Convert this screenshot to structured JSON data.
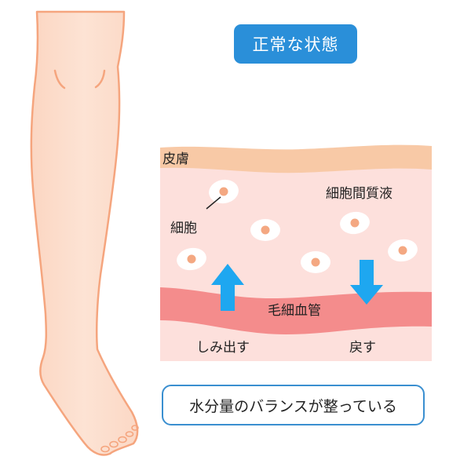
{
  "title": "正常な状態",
  "diagram": {
    "labels": {
      "skin": "皮膚",
      "cell": "細胞",
      "interstitial_fluid": "細胞間質液",
      "capillary": "毛細血管",
      "seep_out": "しみ出す",
      "return": "戻す"
    },
    "arrows": [
      {
        "direction": "up",
        "meaning": "しみ出す"
      },
      {
        "direction": "down",
        "meaning": "戻す"
      }
    ],
    "colors": {
      "skin_layer": "#f8c9a6",
      "tissue": "#fde0dc",
      "capillary": "#f48c8c",
      "cell_body": "#ffffff",
      "cell_nucleus": "#f4a882",
      "arrow": "#1ea7f0",
      "badge": "#2a8fd9",
      "leg": "#fcdcca",
      "leg_outline": "#f5a57e"
    }
  },
  "summary": "水分量のバランスが整っている"
}
